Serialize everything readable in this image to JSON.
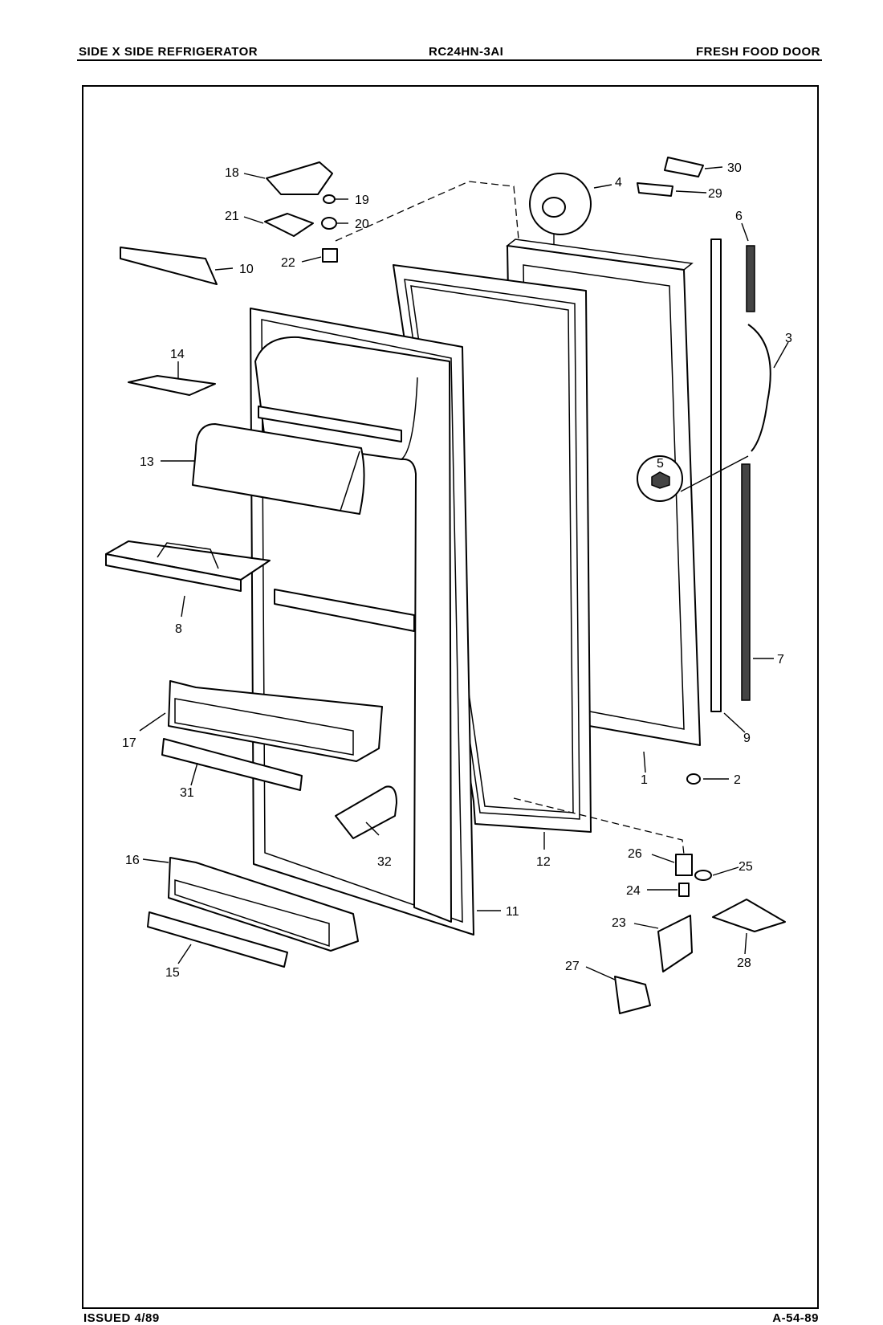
{
  "header": {
    "left": "SIDE X SIDE REFRIGERATOR",
    "model": "RC24HN-3AI",
    "right": "FRESH FOOD DOOR"
  },
  "footer": {
    "issued": "ISSUED 4/89",
    "code": "A-54-89"
  },
  "part_numbers": [
    "1",
    "2",
    "3",
    "4",
    "5",
    "6",
    "7",
    "8",
    "9",
    "10",
    "11",
    "12",
    "13",
    "14",
    "15",
    "16",
    "17",
    "18",
    "19",
    "20",
    "21",
    "22",
    "23",
    "24",
    "25",
    "26",
    "27",
    "28",
    "29",
    "30",
    "31",
    "32"
  ]
}
